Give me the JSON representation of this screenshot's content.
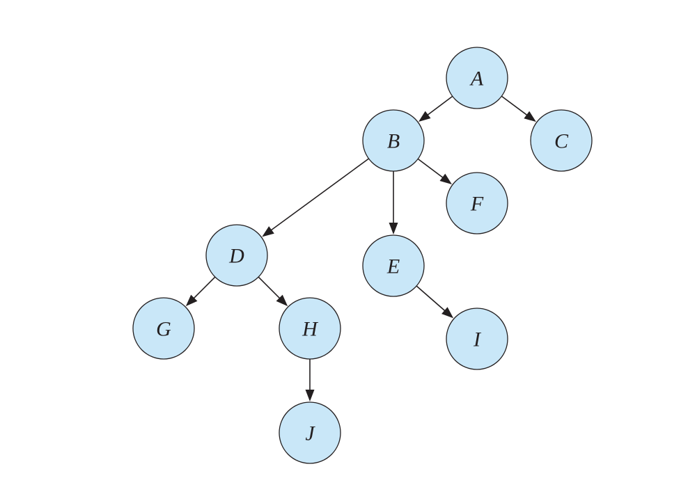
{
  "diagram": {
    "node_fill": "#c9e7f8",
    "stroke_color": "#231f20",
    "nodes": [
      {
        "id": "A",
        "label": "A"
      },
      {
        "id": "B",
        "label": "B"
      },
      {
        "id": "C",
        "label": "C"
      },
      {
        "id": "D",
        "label": "D"
      },
      {
        "id": "E",
        "label": "E"
      },
      {
        "id": "F",
        "label": "F"
      },
      {
        "id": "G",
        "label": "G"
      },
      {
        "id": "H",
        "label": "H"
      },
      {
        "id": "I",
        "label": "I"
      },
      {
        "id": "J",
        "label": "J"
      }
    ],
    "edges": [
      {
        "from": "A",
        "to": "B"
      },
      {
        "from": "A",
        "to": "C"
      },
      {
        "from": "B",
        "to": "D"
      },
      {
        "from": "B",
        "to": "E"
      },
      {
        "from": "B",
        "to": "F"
      },
      {
        "from": "D",
        "to": "G"
      },
      {
        "from": "D",
        "to": "H"
      },
      {
        "from": "E",
        "to": "I"
      },
      {
        "from": "H",
        "to": "J"
      }
    ]
  }
}
